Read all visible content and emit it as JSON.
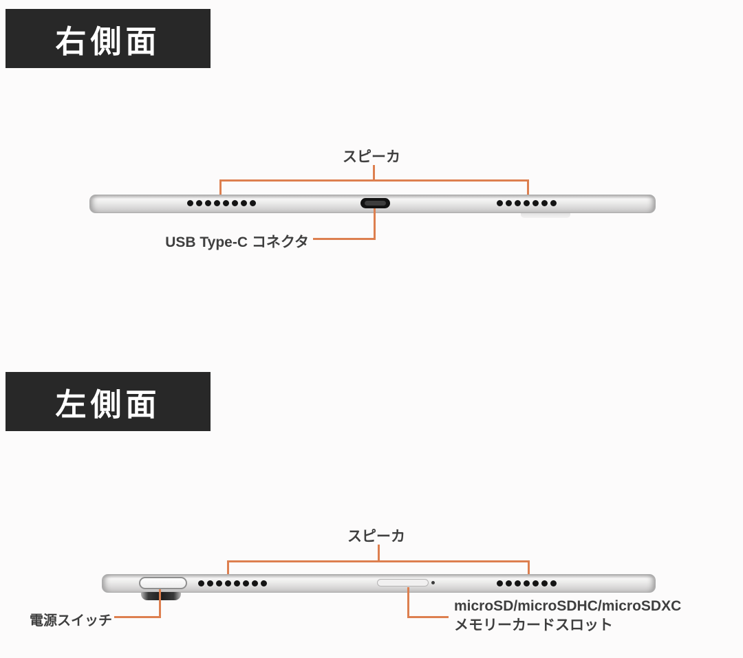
{
  "page": {
    "background": "#fcfbfb",
    "accent_color": "#dd7f4f",
    "header_bg": "#282828",
    "header_text_color": "#ffffff",
    "label_text_color": "#3f3f3f"
  },
  "sections": [
    {
      "id": "right-side",
      "header": "右側面",
      "speaker_label": "スピーカ",
      "usb_label": "USB Type-C コネクタ",
      "device": {
        "left_speaker_dots": 8,
        "right_speaker_dots": 7
      }
    },
    {
      "id": "left-side",
      "header": "左側面",
      "speaker_label": "スピーカ",
      "power_label": "電源スイッチ",
      "sd_label_line1": "microSD/microSDHC/microSDXC",
      "sd_label_line2": "メモリーカードスロット",
      "device": {
        "left_speaker_dots": 8,
        "right_speaker_dots": 7
      }
    }
  ]
}
